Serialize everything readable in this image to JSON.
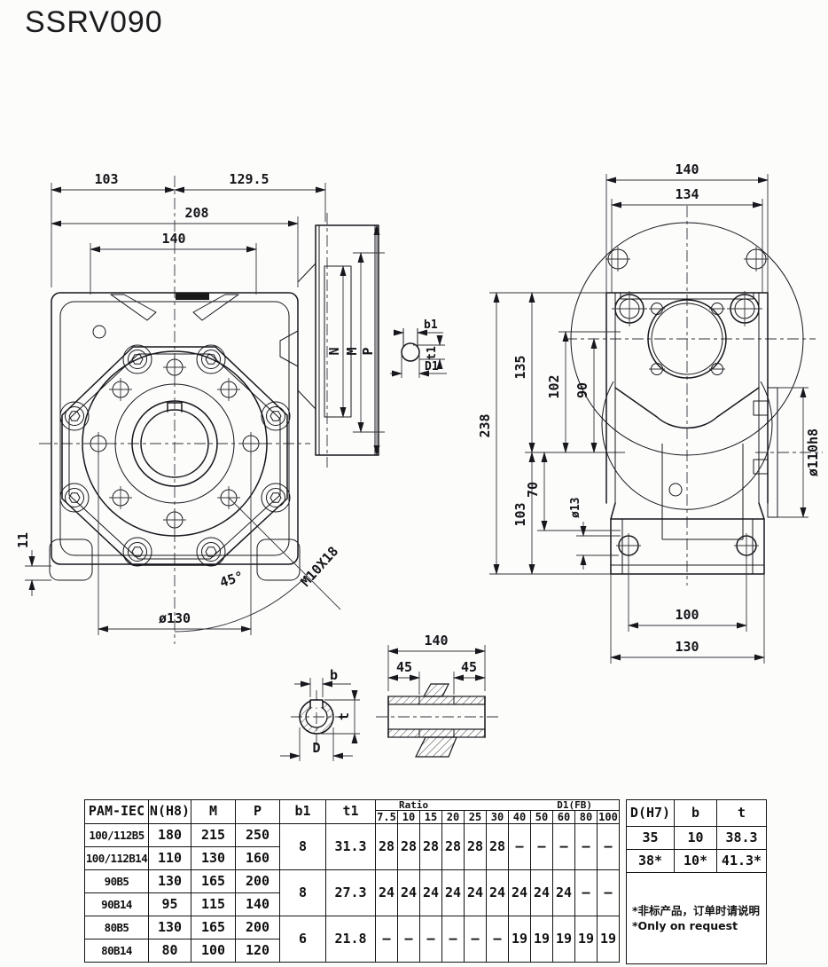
{
  "title": "SSRV090",
  "front_view": {
    "d103": "103",
    "d129_5": "129.5",
    "d208": "208",
    "d140": "140",
    "label_n": "N",
    "label_m": "M",
    "label_p": "P",
    "b1": "b1",
    "t1": "t1",
    "d1": "D1",
    "d11": "11",
    "angle45": "45°",
    "thread": "M10X18",
    "bolt_circle": "ø130"
  },
  "side_view": {
    "d140": "140",
    "d134": "134",
    "d238": "238",
    "d135": "135",
    "d102": "102",
    "d90": "90",
    "d103": "103",
    "d70": "70",
    "dia13": "ø13",
    "dia110h8": "ø110h8",
    "d100": "100",
    "d130": "130"
  },
  "shaft_detail": {
    "d140": "140",
    "d45_left": "45",
    "d45_right": "45",
    "label_b": "b",
    "label_t": "t",
    "label_d": "D"
  },
  "table": {
    "header": {
      "pam": "PAM-IEC",
      "n": "N(H8)",
      "m": "M",
      "p": "P",
      "b1": "b1",
      "t1": "t1",
      "ratio_label": "Ratio",
      "d1fb_label": "D1(FB)",
      "ratio_cols": [
        "7.5",
        "10",
        "15",
        "20",
        "25",
        "30",
        "40",
        "50",
        "60",
        "80",
        "100"
      ],
      "d": "D(H7)",
      "b": "b",
      "t": "t"
    },
    "rows": [
      {
        "pam": "100/112B5",
        "n": "180",
        "m": "215",
        "p": "250"
      },
      {
        "pam": "100/112B14",
        "n": "110",
        "m": "130",
        "p": "160"
      },
      {
        "pam": "90B5",
        "n": "130",
        "m": "165",
        "p": "200"
      },
      {
        "pam": "90B14",
        "n": "95",
        "m": "115",
        "p": "140"
      },
      {
        "pam": "80B5",
        "n": "130",
        "m": "165",
        "p": "200"
      },
      {
        "pam": "80B14",
        "n": "80",
        "m": "100",
        "p": "120"
      }
    ],
    "groups": [
      {
        "b1": "8",
        "t1": "31.3",
        "ratios": [
          "28",
          "28",
          "28",
          "28",
          "28",
          "28",
          "—",
          "—",
          "—",
          "—",
          "—"
        ]
      },
      {
        "b1": "8",
        "t1": "27.3",
        "ratios": [
          "24",
          "24",
          "24",
          "24",
          "24",
          "24",
          "24",
          "24",
          "24",
          "—",
          "—"
        ]
      },
      {
        "b1": "6",
        "t1": "21.8",
        "ratios": [
          "—",
          "—",
          "—",
          "—",
          "—",
          "—",
          "19",
          "19",
          "19",
          "19",
          "19"
        ]
      }
    ],
    "dbt_rows": [
      {
        "d": "35",
        "b": "10",
        "t": "38.3"
      },
      {
        "d": "38*",
        "b": "10*",
        "t": "41.3*"
      }
    ],
    "note_cn": "*非标产品，订单时请说明",
    "note_en": "*Only on request"
  }
}
